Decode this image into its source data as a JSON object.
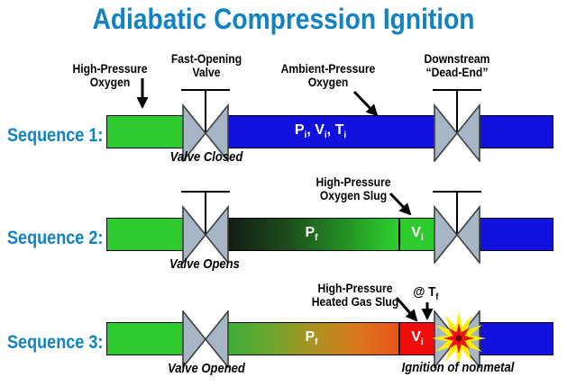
{
  "title": "Adiabatic Compression Ignition",
  "colors": {
    "title_blue": "#1182c4",
    "pipe_green": "#2ecb2e",
    "pipe_blue": "#1212dd",
    "compressed_dark": "#141914",
    "heated_orange": "#e8551a",
    "slug_red": "#ee0d0d",
    "valve_gray": "#a6b6c4",
    "explosion_yellow": "#ffee00",
    "explosion_red": "#ee1111"
  },
  "sequences": [
    {
      "label": "Sequence 1:",
      "valve_state": "Valve Closed"
    },
    {
      "label": "Sequence 2:",
      "valve_state": "Valve Opens"
    },
    {
      "label": "Sequence 3:",
      "valve_state": "Valve Opened"
    }
  ],
  "annotations": {
    "high_pressure_oxygen": {
      "line1": "High-Pressure",
      "line2": "Oxygen"
    },
    "fast_opening_valve": {
      "line1": "Fast-Opening",
      "line2": "Valve"
    },
    "ambient_pressure_oxygen": {
      "line1": "Ambient-Pressure",
      "line2": "Oxygen"
    },
    "downstream_dead_end": {
      "line1": "Downstream",
      "line2": "“Dead-End”"
    },
    "high_pressure_oxygen_slug": {
      "line1": "High-Pressure",
      "line2": "Oxygen Slug"
    },
    "high_pressure_heated_gas_slug": {
      "line1": "High-Pressure",
      "line2": "Heated Gas Slug"
    },
    "at_temperature": {
      "text": "@ T",
      "sub": "f"
    },
    "ignition_of_nonmetal": "Ignition of nonmetal"
  },
  "pipe_labels": {
    "initial_state": {
      "p": "P",
      "p_sub": "i",
      "sep1": ", ",
      "v": "V",
      "v_sub": "i",
      "sep2": ", ",
      "t": "T",
      "t_sub": "i"
    },
    "final_pressure": {
      "t": "P",
      "sub": "f"
    },
    "slug_volume": {
      "t": "V",
      "sub": "i"
    }
  }
}
